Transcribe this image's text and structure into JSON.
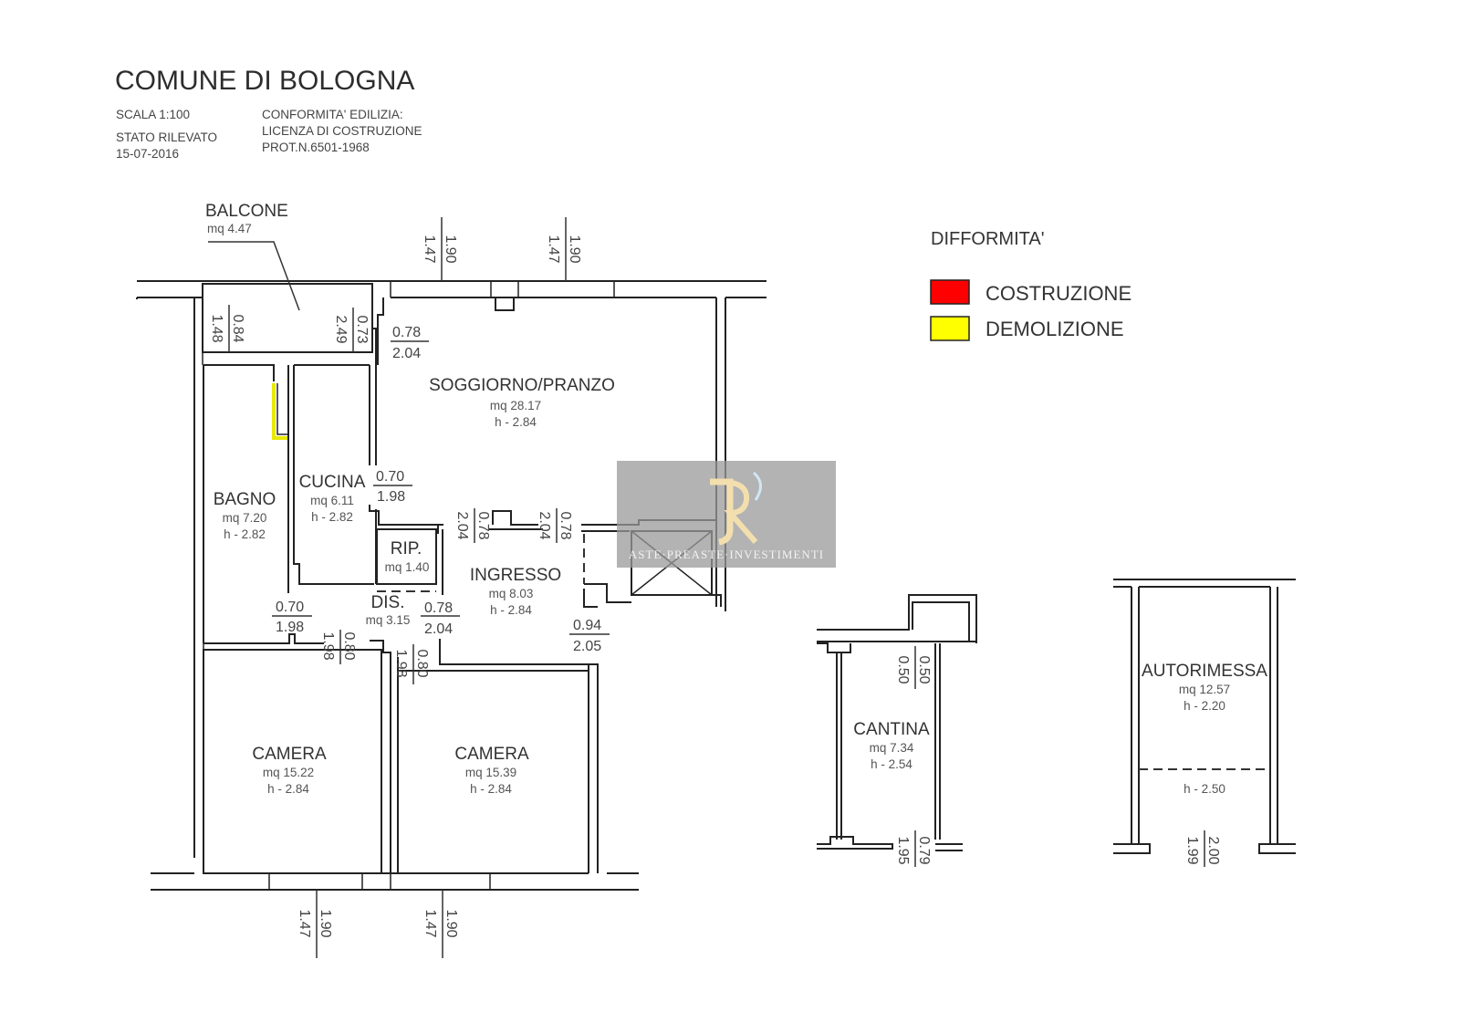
{
  "header": {
    "title": "COMUNE DI BOLOGNA",
    "scale": "SCALA 1:100",
    "state": "STATO RILEVATO",
    "date": "15-07-2016",
    "conformity_1": "CONFORMITA' EDILIZIA:",
    "conformity_2": "LICENZA DI COSTRUZIONE",
    "conformity_3": "PROT.N.6501-1968"
  },
  "legend": {
    "title": "DIFFORMITA'",
    "items": [
      {
        "label": "COSTRUZIONE",
        "color": "#ff0000"
      },
      {
        "label": "DEMOLIZIONE",
        "color": "#ffff00"
      }
    ]
  },
  "rooms": {
    "balcone": {
      "name": "BALCONE",
      "area": "mq 4.47"
    },
    "soggiorno": {
      "name": "SOGGIORNO/PRANZO",
      "area": "mq 28.17",
      "height": "h - 2.84"
    },
    "bagno": {
      "name": "BAGNO",
      "area": "mq 7.20",
      "height": "h - 2.82"
    },
    "cucina": {
      "name": "CUCINA",
      "area": "mq 6.11",
      "height": "h - 2.82"
    },
    "rip": {
      "name": "RIP.",
      "area": "mq 1.40"
    },
    "ingresso": {
      "name": "INGRESSO",
      "area": "mq 8.03",
      "height": "h - 2.84"
    },
    "dis": {
      "name": "DIS.",
      "area": "mq 3.15"
    },
    "camera1": {
      "name": "CAMERA",
      "area": "mq 15.22",
      "height": "h - 2.84"
    },
    "camera2": {
      "name": "CAMERA",
      "area": "mq 15.39",
      "height": "h - 2.84"
    },
    "cantina": {
      "name": "CANTINA",
      "area": "mq 7.34",
      "height": "h - 2.54"
    },
    "autorimessa": {
      "name": "AUTORIMESSA",
      "area": "mq 12.57",
      "height": "h - 2.20",
      "height2": "h - 2.50"
    }
  },
  "dimensions": {
    "top_win1": [
      "1.90",
      "1.47"
    ],
    "top_win2": [
      "1.90",
      "1.47"
    ],
    "balcone_left": [
      "0.84",
      "1.48"
    ],
    "balcone_right": [
      "0.73",
      "2.49"
    ],
    "soggiorno_door": [
      "0.78",
      "2.04"
    ],
    "cucina_door": [
      "0.70",
      "1.98"
    ],
    "ingresso_left": [
      "0.78",
      "2.04"
    ],
    "ingresso_right": [
      "0.78",
      "2.04"
    ],
    "bagno_door": [
      "0.70",
      "1.98"
    ],
    "dis_door": [
      "0.78",
      "2.04"
    ],
    "entry_door": [
      "0.94",
      "2.05"
    ],
    "camera1_door": [
      "0.80",
      "1.98"
    ],
    "camera2_door": [
      "0.80",
      "1.98"
    ],
    "bottom_win1": [
      "1.90",
      "1.47"
    ],
    "bottom_win2": [
      "1.90",
      "1.47"
    ],
    "cantina_top": [
      "0.50",
      "0.50"
    ],
    "cantina_bottom": [
      "0.79",
      "1.95"
    ],
    "autorimessa_bottom": [
      "2.00",
      "1.99"
    ]
  },
  "watermark": {
    "text": "ASTE·PREASTE·INVESTIMENTI"
  }
}
